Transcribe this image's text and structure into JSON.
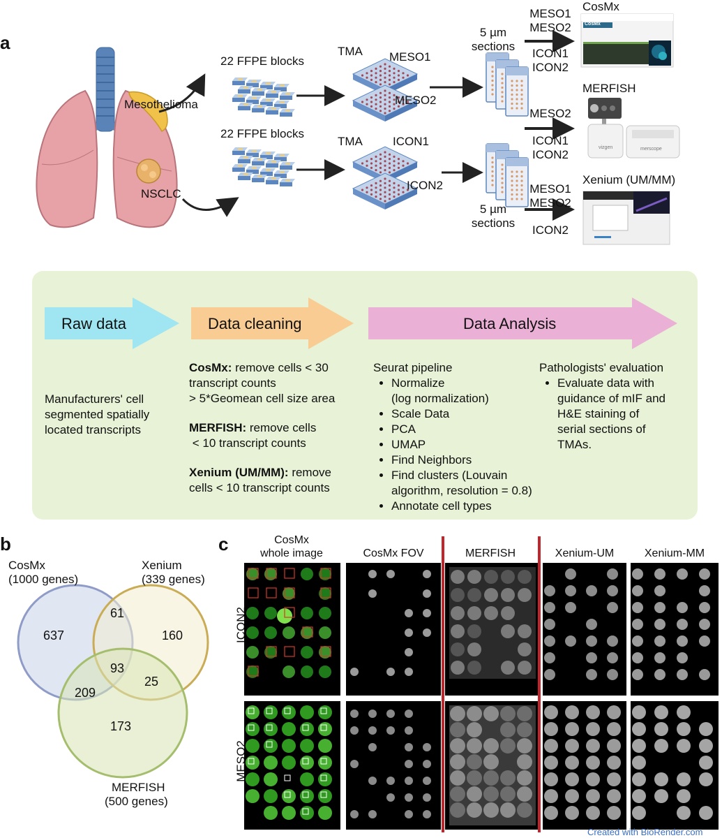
{
  "panel_a": {
    "letter": "a",
    "organ_labels": {
      "mesothelioma": "Mesothelioma",
      "nsclc": "NSCLC"
    },
    "blocks_top": "22 FFPE blocks",
    "blocks_bottom": "22 FFPE blocks",
    "tma_top": {
      "label": "TMA",
      "upper": "MESO1",
      "lower": "MESO2"
    },
    "tma_bottom": {
      "label": "TMA",
      "upper": "ICON1",
      "lower": "ICON2"
    },
    "sections_top": [
      "5 µm",
      "sections"
    ],
    "sections_bottom": [
      "5 µm",
      "sections"
    ],
    "arrow_cosmx": {
      "above": [
        "MESO1",
        "MESO2"
      ],
      "below": [
        "ICON1",
        "ICON2"
      ]
    },
    "arrow_merfish": {
      "above": [
        "MESO2"
      ],
      "below": [
        "ICON1",
        "ICON2"
      ]
    },
    "arrow_xenium": {
      "above": [
        "MESO1",
        "MESO2"
      ],
      "below": [
        "ICON2"
      ]
    },
    "instruments": {
      "cosmx": "CosMx",
      "merfish": "MERFISH",
      "xenium": "Xenium (UM/MM)"
    },
    "instrument_brand_text": {
      "cosmx": "CosMx",
      "merfish_left": "vizgen",
      "merfish_right": "merscope"
    }
  },
  "workflow": {
    "arrows": {
      "raw": "Raw data",
      "cleaning": "Data cleaning",
      "analysis": "Data Analysis"
    },
    "colors": {
      "raw": "#9fe6f2",
      "cleaning": "#f8cc92",
      "analysis": "#ebb0d6",
      "box": "#e8f2d6"
    },
    "raw_text": [
      "Manufacturers' cell",
      "segmented spatially",
      "located transcripts"
    ],
    "cleaning": [
      {
        "bold": "CosMx:",
        "lines": [
          " remove cells < 30",
          "transcript counts",
          "> 5*Geomean cell size area"
        ]
      },
      {
        "bold": "MERFISH:",
        "lines": [
          " remove cells",
          " < 10 transcript counts"
        ]
      },
      {
        "bold": "Xenium (UM/MM):",
        "lines": [
          " remove",
          "cells < 10 transcript counts"
        ]
      }
    ],
    "seurat_title": "Seurat pipeline",
    "seurat_items": [
      [
        "Normalize",
        "(log normalization)"
      ],
      [
        "Scale Data"
      ],
      [
        "PCA"
      ],
      [
        "UMAP"
      ],
      [
        "Find Neighbors"
      ],
      [
        "Find clusters (Louvain",
        "algorithm, resolution = 0.8)"
      ],
      [
        "Annotate cell types"
      ]
    ],
    "path_title": "Pathologists' evaluation",
    "path_items": [
      [
        "Evaluate data with",
        "guidance of mIF and",
        "H&E staining of",
        "serial sections of",
        "TMAs."
      ]
    ]
  },
  "panel_b": {
    "letter": "b",
    "sets": [
      {
        "name": "CosMx",
        "sub": "(1000 genes)",
        "color": "#c9d2ea",
        "stroke": "#8f9cc7"
      },
      {
        "name": "Xenium",
        "sub": "(339 genes)",
        "color": "#f3eccf",
        "stroke": "#c9ac55"
      },
      {
        "name": "MERFISH",
        "sub": "(500 genes)",
        "color": "#d9e3b4",
        "stroke": "#a5be6d"
      }
    ],
    "regions": {
      "cosmx_only": "637",
      "cosmx_xenium": "61",
      "xenium_only": "160",
      "all": "93",
      "xenium_merfish": "25",
      "cosmx_merfish": "209",
      "merfish_only": "173"
    }
  },
  "panel_c": {
    "letter": "c",
    "columns": [
      [
        "CosMx",
        "whole image"
      ],
      [
        "CosMx FOV"
      ],
      [
        "MERFISH"
      ],
      [
        "Xenium-UM"
      ],
      [
        "Xenium-MM"
      ]
    ],
    "rows": [
      "ICON2",
      "MESO2"
    ]
  },
  "credit": "Created with BioRender.com"
}
